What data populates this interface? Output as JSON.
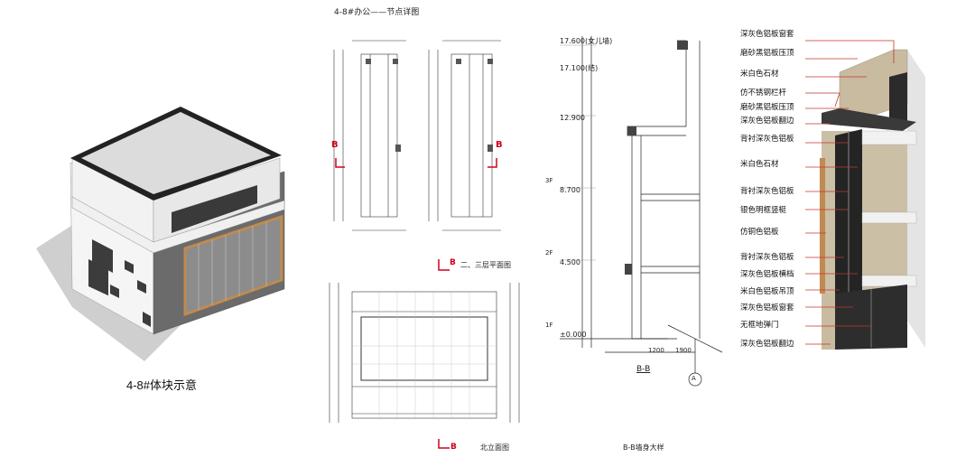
{
  "massing": {
    "caption": "4-8#体块示意"
  },
  "detail_sheet": {
    "title": "4-8#办公——节点详图",
    "plan_caption": "二、三层平面图",
    "elevation_caption": "北立面图",
    "section_caption": "B-B墙身大样",
    "section_marker": "B",
    "section_ref_label": "B-B",
    "axis_bubble": "A",
    "levels": [
      "17.600(女儿墙)",
      "17.100(结)",
      "12.900",
      "8.700",
      "4.500",
      "±0.000"
    ],
    "floor_marks": [
      "3F",
      "2F",
      "1F"
    ],
    "bottom_dims": [
      "1200",
      "1900"
    ]
  },
  "callouts": [
    "深灰色铝板窗套",
    "磨砂黑铝板压顶",
    "米白色石材",
    "仿不锈钢栏杆",
    "磨砂黑铝板压顶",
    "深灰色铝板翻边",
    "背衬深灰色铝板",
    "米白色石材",
    "背衬深灰色铝板",
    "银色明框竖梃",
    "仿铜色铝板",
    "背衬深灰色铝板",
    "深灰色铝板横档",
    "米白色铝板吊顶",
    "深灰色铝板窗套",
    "无框地弹门",
    "深灰色铝板翻边"
  ],
  "colors": {
    "leader": "#c0392b",
    "marker": "#d0021b",
    "stone": "#c9bba0",
    "copper": "#c08a50",
    "dark_panel": "#2b2b2b"
  }
}
